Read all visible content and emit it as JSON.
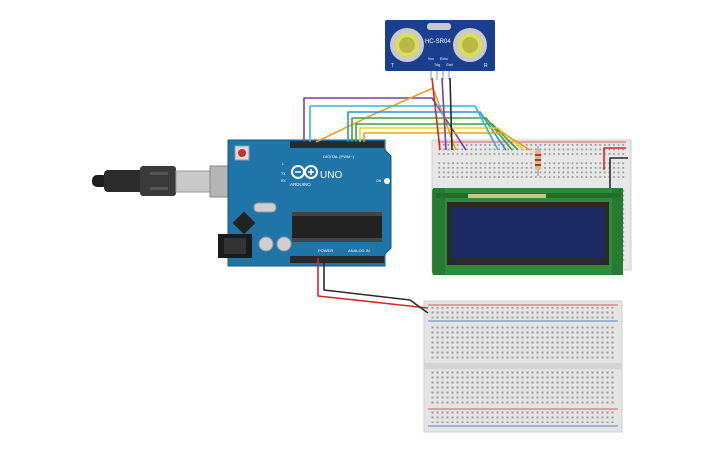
{
  "sensor": {
    "model_label": "HC-SR04",
    "left_mark": "T",
    "right_mark": "R",
    "pin_labels": [
      "Vcc",
      "Trig",
      "Echo",
      "Gnd"
    ]
  },
  "arduino": {
    "brand_label": "ARDUINO",
    "model_label": "UNO",
    "digital_label": "DIGITAL (PWM~)",
    "power_label": "POWER",
    "analog_label": "ANALOG IN",
    "tx_label": "TX",
    "rx_label": "RX",
    "on_label": "ON",
    "l_label": "L"
  },
  "lcd": {
    "screen_color": "#1c2a63",
    "pcb_color": "#2e8b3a"
  },
  "wire_colors": {
    "purple": "#7b3fa3",
    "orange": "#f29d1c",
    "blue": "#2f8fd8",
    "green": "#3fa33a",
    "yellow": "#e7d22a",
    "cyan": "#35b6d6",
    "red": "#d8262b",
    "black": "#2a2a2a"
  }
}
